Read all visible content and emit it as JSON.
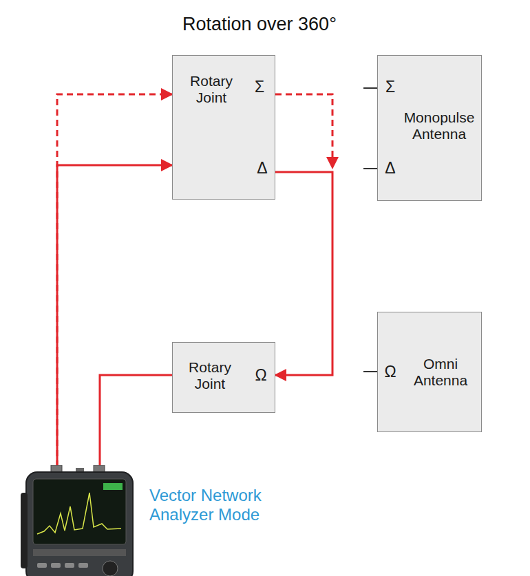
{
  "diagram": {
    "title": "Rotation over 360°",
    "nodes": [
      {
        "text": [
          "Σ",
          "Rotary Joint",
          "Δ"
        ]
      },
      {
        "text": [
          "Σ",
          "Monopulse Antenna",
          "Δ"
        ]
      },
      {
        "text": [
          "Rotary Joint",
          "Ω"
        ]
      },
      {
        "text": [
          "Ω",
          "Omni Antenna"
        ]
      },
      {
        "text": [
          "Vector Network Analyzer Mode"
        ]
      }
    ],
    "edges": [
      {
        "from": 4,
        "to": 0,
        "arrow": "to"
      },
      {
        "from": 4,
        "to": 0,
        "arrow": "to"
      },
      {
        "from": 0,
        "to": 2,
        "arrow": "to"
      },
      {
        "from": 2,
        "to": 4,
        "arrow": "none"
      }
    ]
  }
}
